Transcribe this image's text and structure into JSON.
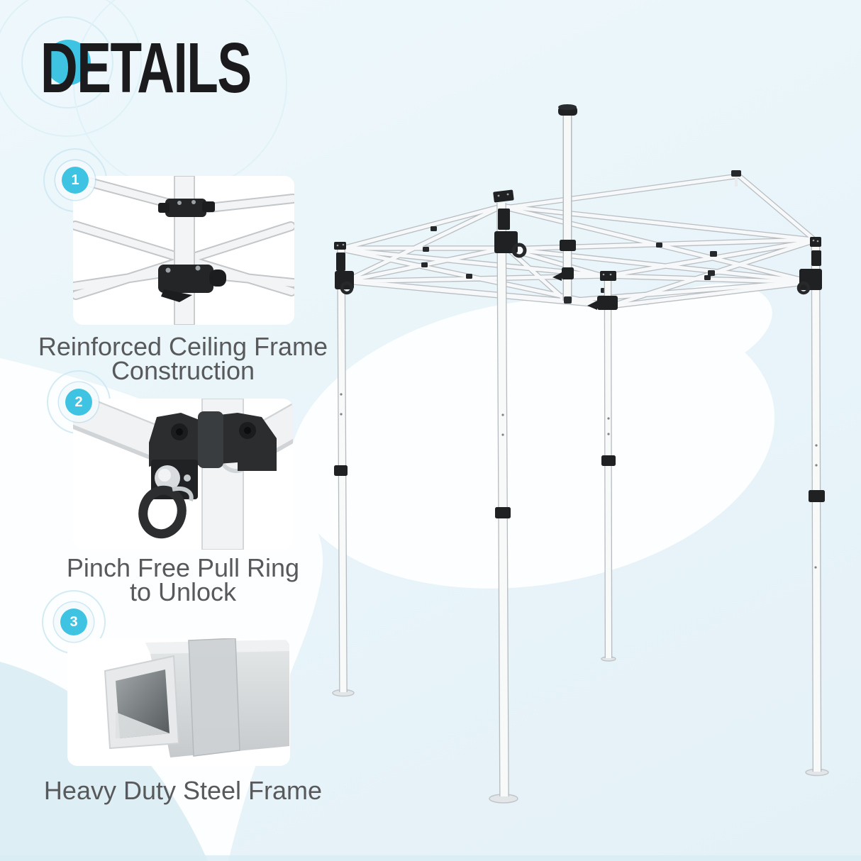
{
  "page": {
    "title": "DETAILS"
  },
  "features": [
    {
      "number": "1",
      "lines": [
        "Reinforced Ceiling Frame",
        "Construction"
      ],
      "image": "ceiling-frame-crossbars-photo"
    },
    {
      "number": "2",
      "lines": [
        "Pinch Free Pull Ring",
        "to Unlock"
      ],
      "image": "pull-ring-corner-bracket-photo"
    },
    {
      "number": "3",
      "lines": [
        "Heavy Duty Steel Frame"
      ],
      "image": "square-steel-tube-photo"
    }
  ],
  "illustration": {
    "alt": "white pop-up canopy steel frame with center pole, scissor roof truss, corner pull rings and four adjustable legs"
  },
  "colors": {
    "accent_cyan": "#3FC3E3",
    "title_black": "#1B1B1D",
    "caption_gray": "#58595B",
    "background_blue": "#EAF6FA",
    "swoosh_white": "#FDFEFF",
    "wave_blue": "#DDEEF5",
    "frame_black": "#1F2123",
    "tube_white": "#F7F8F9"
  }
}
